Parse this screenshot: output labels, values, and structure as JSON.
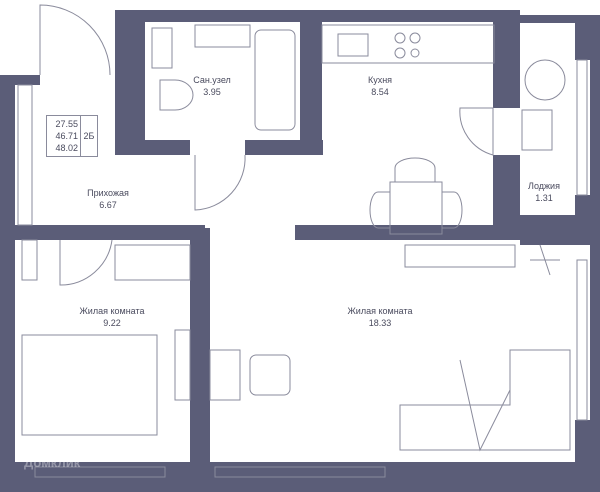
{
  "apartment": {
    "areas": [
      "27.55",
      "46.71",
      "48.02"
    ],
    "type": "2Б"
  },
  "rooms": [
    {
      "name": "Сан.узел",
      "area": "3.95"
    },
    {
      "name": "Кухня",
      "area": "8.54"
    },
    {
      "name": "Прихожая",
      "area": "6.67"
    },
    {
      "name": "Лоджия",
      "area": "1.31"
    },
    {
      "name": "Жилая комната",
      "area": "9.22"
    },
    {
      "name": "Жилая комната",
      "area": "18.33"
    }
  ],
  "watermark": "Домклик",
  "colors": {
    "wall": "#5b5d78",
    "line": "#8a8b9c"
  }
}
